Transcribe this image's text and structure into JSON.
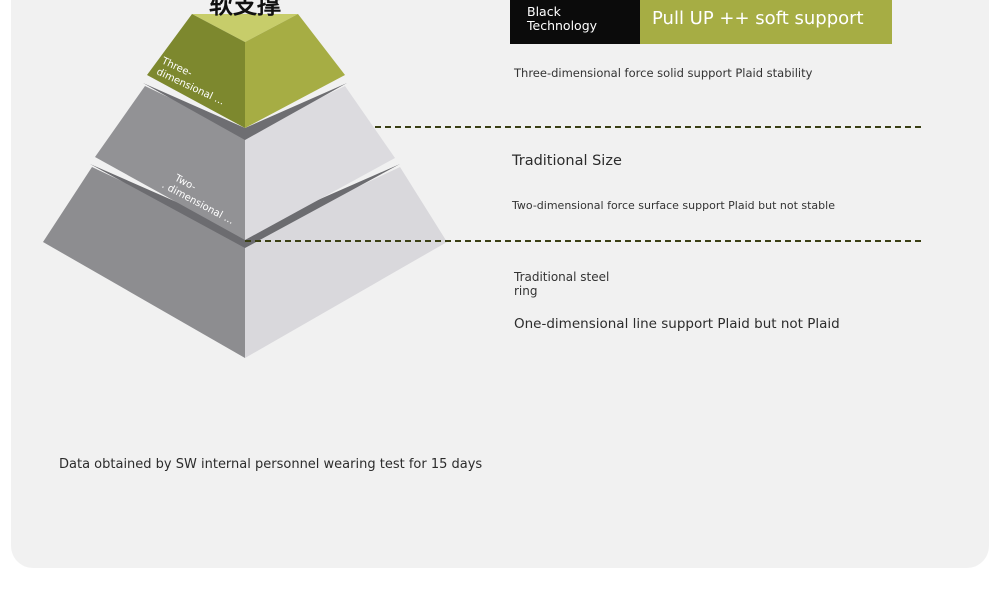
{
  "pyramid": {
    "top_title": "软支撑",
    "tier_top_label": [
      "Three-",
      "dimensional ..."
    ],
    "tier_mid_label": [
      "Two-",
      ". dimensional ..."
    ]
  },
  "badge": {
    "black_label": [
      "Black",
      "Technology"
    ],
    "green_label": "Pull UP ++ soft support"
  },
  "rows": {
    "top_desc": "Three-dimensional force solid support Plaid stability",
    "mid_title": "Traditional Size",
    "mid_desc": "Two-dimensional force surface support Plaid but not stable",
    "bottom_title": [
      "Traditional steel",
      "ring"
    ],
    "bottom_desc": "One-dimensional line support Plaid but not Plaid"
  },
  "footnote": "Data obtained by SW internal personnel wearing test for 15 days",
  "colors": {
    "olive_light": "#a6ad44",
    "olive_dark": "#7f8a2f",
    "panel_bg": "#f1f1f1",
    "badge_black": "#0b0b0b"
  }
}
